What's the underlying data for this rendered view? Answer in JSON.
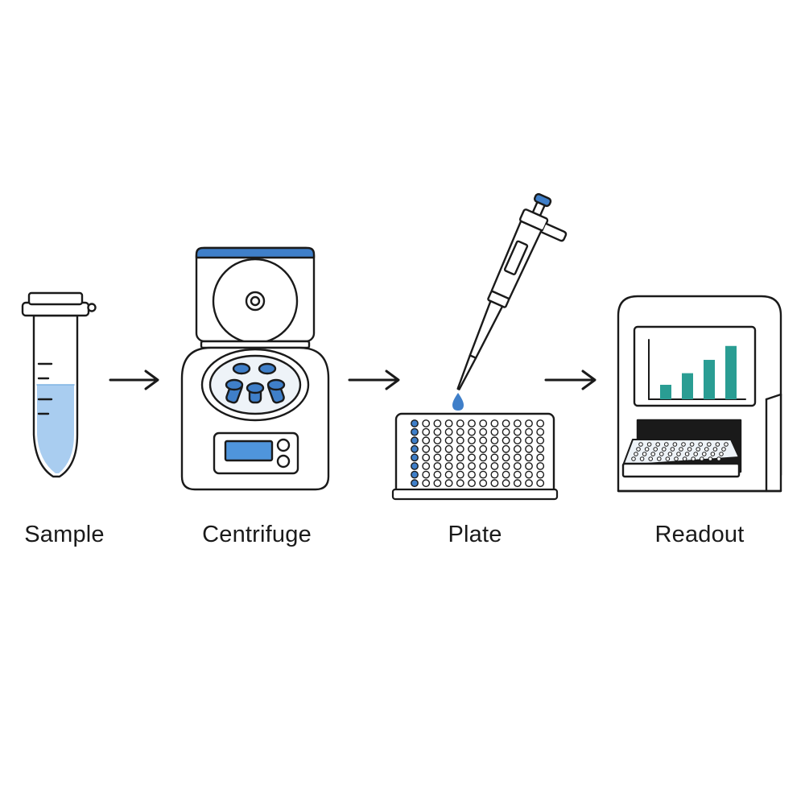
{
  "steps": [
    {
      "label": "Sample",
      "icon": "microtube-icon"
    },
    {
      "label": "Centrifuge",
      "icon": "centrifuge-icon"
    },
    {
      "label": "Plate",
      "icon": "pipette-plate-icon"
    },
    {
      "label": "Readout",
      "icon": "plate-reader-icon"
    }
  ],
  "connectors": [
    "arrow-right-icon",
    "arrow-right-icon",
    "arrow-right-icon"
  ],
  "colors": {
    "stroke": "#1a1a1a",
    "accent_blue": "#3f7fc9",
    "light_blue": "#a9cdf0",
    "screen_blue": "#4f95dc",
    "teal": "#2a9d93",
    "dark_teal": "#2b7f86"
  },
  "readout_chart": {
    "bar_levels": [
      0.25,
      0.45,
      0.68,
      0.92
    ]
  }
}
